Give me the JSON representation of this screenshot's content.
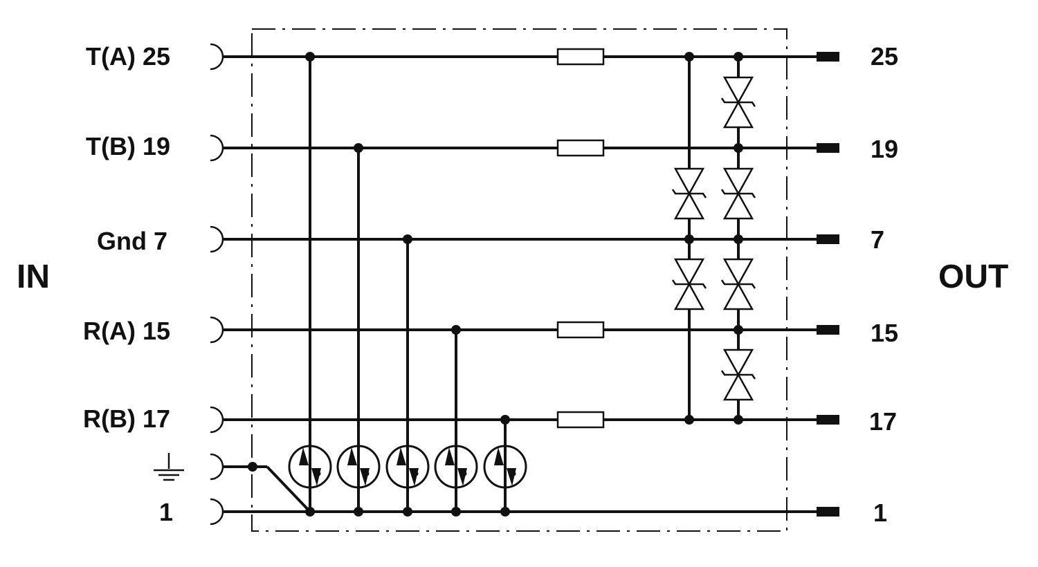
{
  "side_labels": {
    "in": "IN",
    "out": "OUT"
  },
  "input_terminals": [
    {
      "label": "T(A) 25"
    },
    {
      "label": "T(B) 19"
    },
    {
      "label": "Gnd 7"
    },
    {
      "label": "R(A) 15"
    },
    {
      "label": "R(B) 17"
    },
    {
      "label": ""
    },
    {
      "label": "1"
    }
  ],
  "output_terminals": [
    {
      "label": "25"
    },
    {
      "label": "19"
    },
    {
      "label": "7"
    },
    {
      "label": "15"
    },
    {
      "label": "17"
    },
    {
      "label": "1"
    }
  ],
  "components": {
    "resistor_count": 4,
    "gas_discharge_tube_count": 5,
    "tvs_diode_count": 6,
    "ground_symbol": "earth-ground-icon"
  }
}
